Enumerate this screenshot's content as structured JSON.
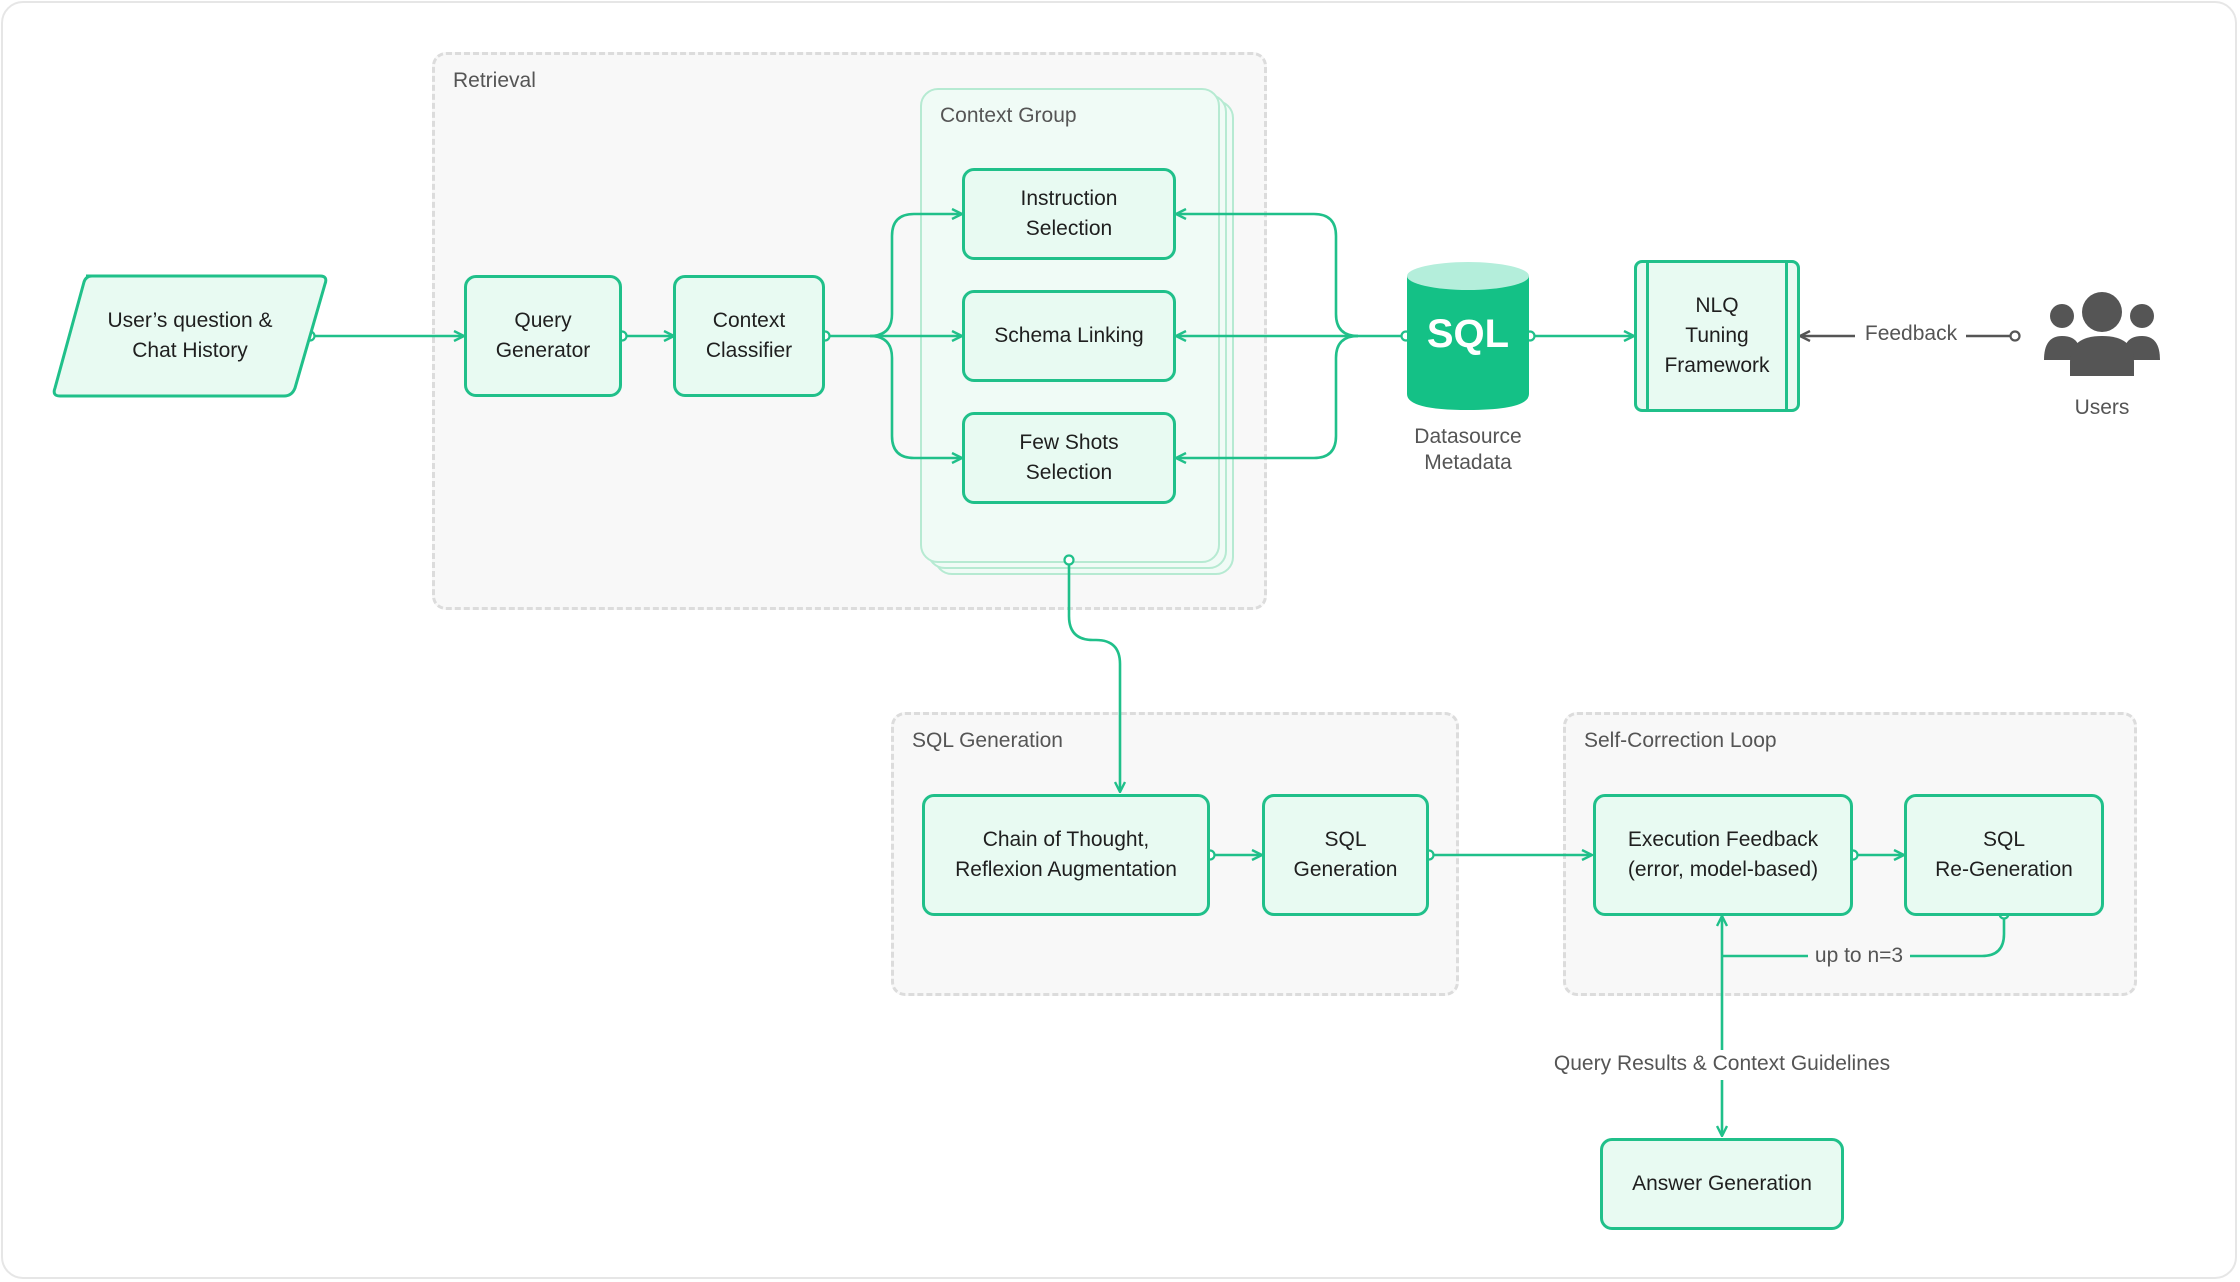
{
  "groups": {
    "retrieval": "Retrieval",
    "context_group": "Context Group",
    "sql_generation": "SQL Generation",
    "self_correction": "Self-Correction Loop"
  },
  "nodes": {
    "user_question": "User’s question &\nChat History",
    "query_generator": "Query\nGenerator",
    "context_classifier": "Context\nClassifier",
    "instruction_selection": "Instruction\nSelection",
    "schema_linking": "Schema Linking",
    "few_shots_selection": "Few Shots\nSelection",
    "sql_db_label": "SQL",
    "datasource_metadata": "Datasource\nMetadata",
    "nlq_tuning": "NLQ\nTuning\nFramework",
    "users": "Users",
    "chain_of_thought": "Chain of Thought,\nReflexion Augmentation",
    "sql_generation": "SQL\nGeneration",
    "execution_feedback": "Execution Feedback\n(error, model-based)",
    "sql_regeneration": "SQL\nRe-Generation",
    "answer_generation": "Answer Generation"
  },
  "edge_labels": {
    "feedback": "Feedback",
    "up_to_n": "up to n=3",
    "query_results": "Query Results & Context Guidelines"
  },
  "icons": {
    "database": "database-icon",
    "users": "users-group-icon"
  },
  "colors": {
    "accent": "#20c08a",
    "node_fill": "#e8faf2",
    "db_fill": "#14c186",
    "db_top": "#b4eedb",
    "group_fill": "#f8f8f8",
    "group_border": "#dcdcdc",
    "icon_gray": "#555555"
  }
}
